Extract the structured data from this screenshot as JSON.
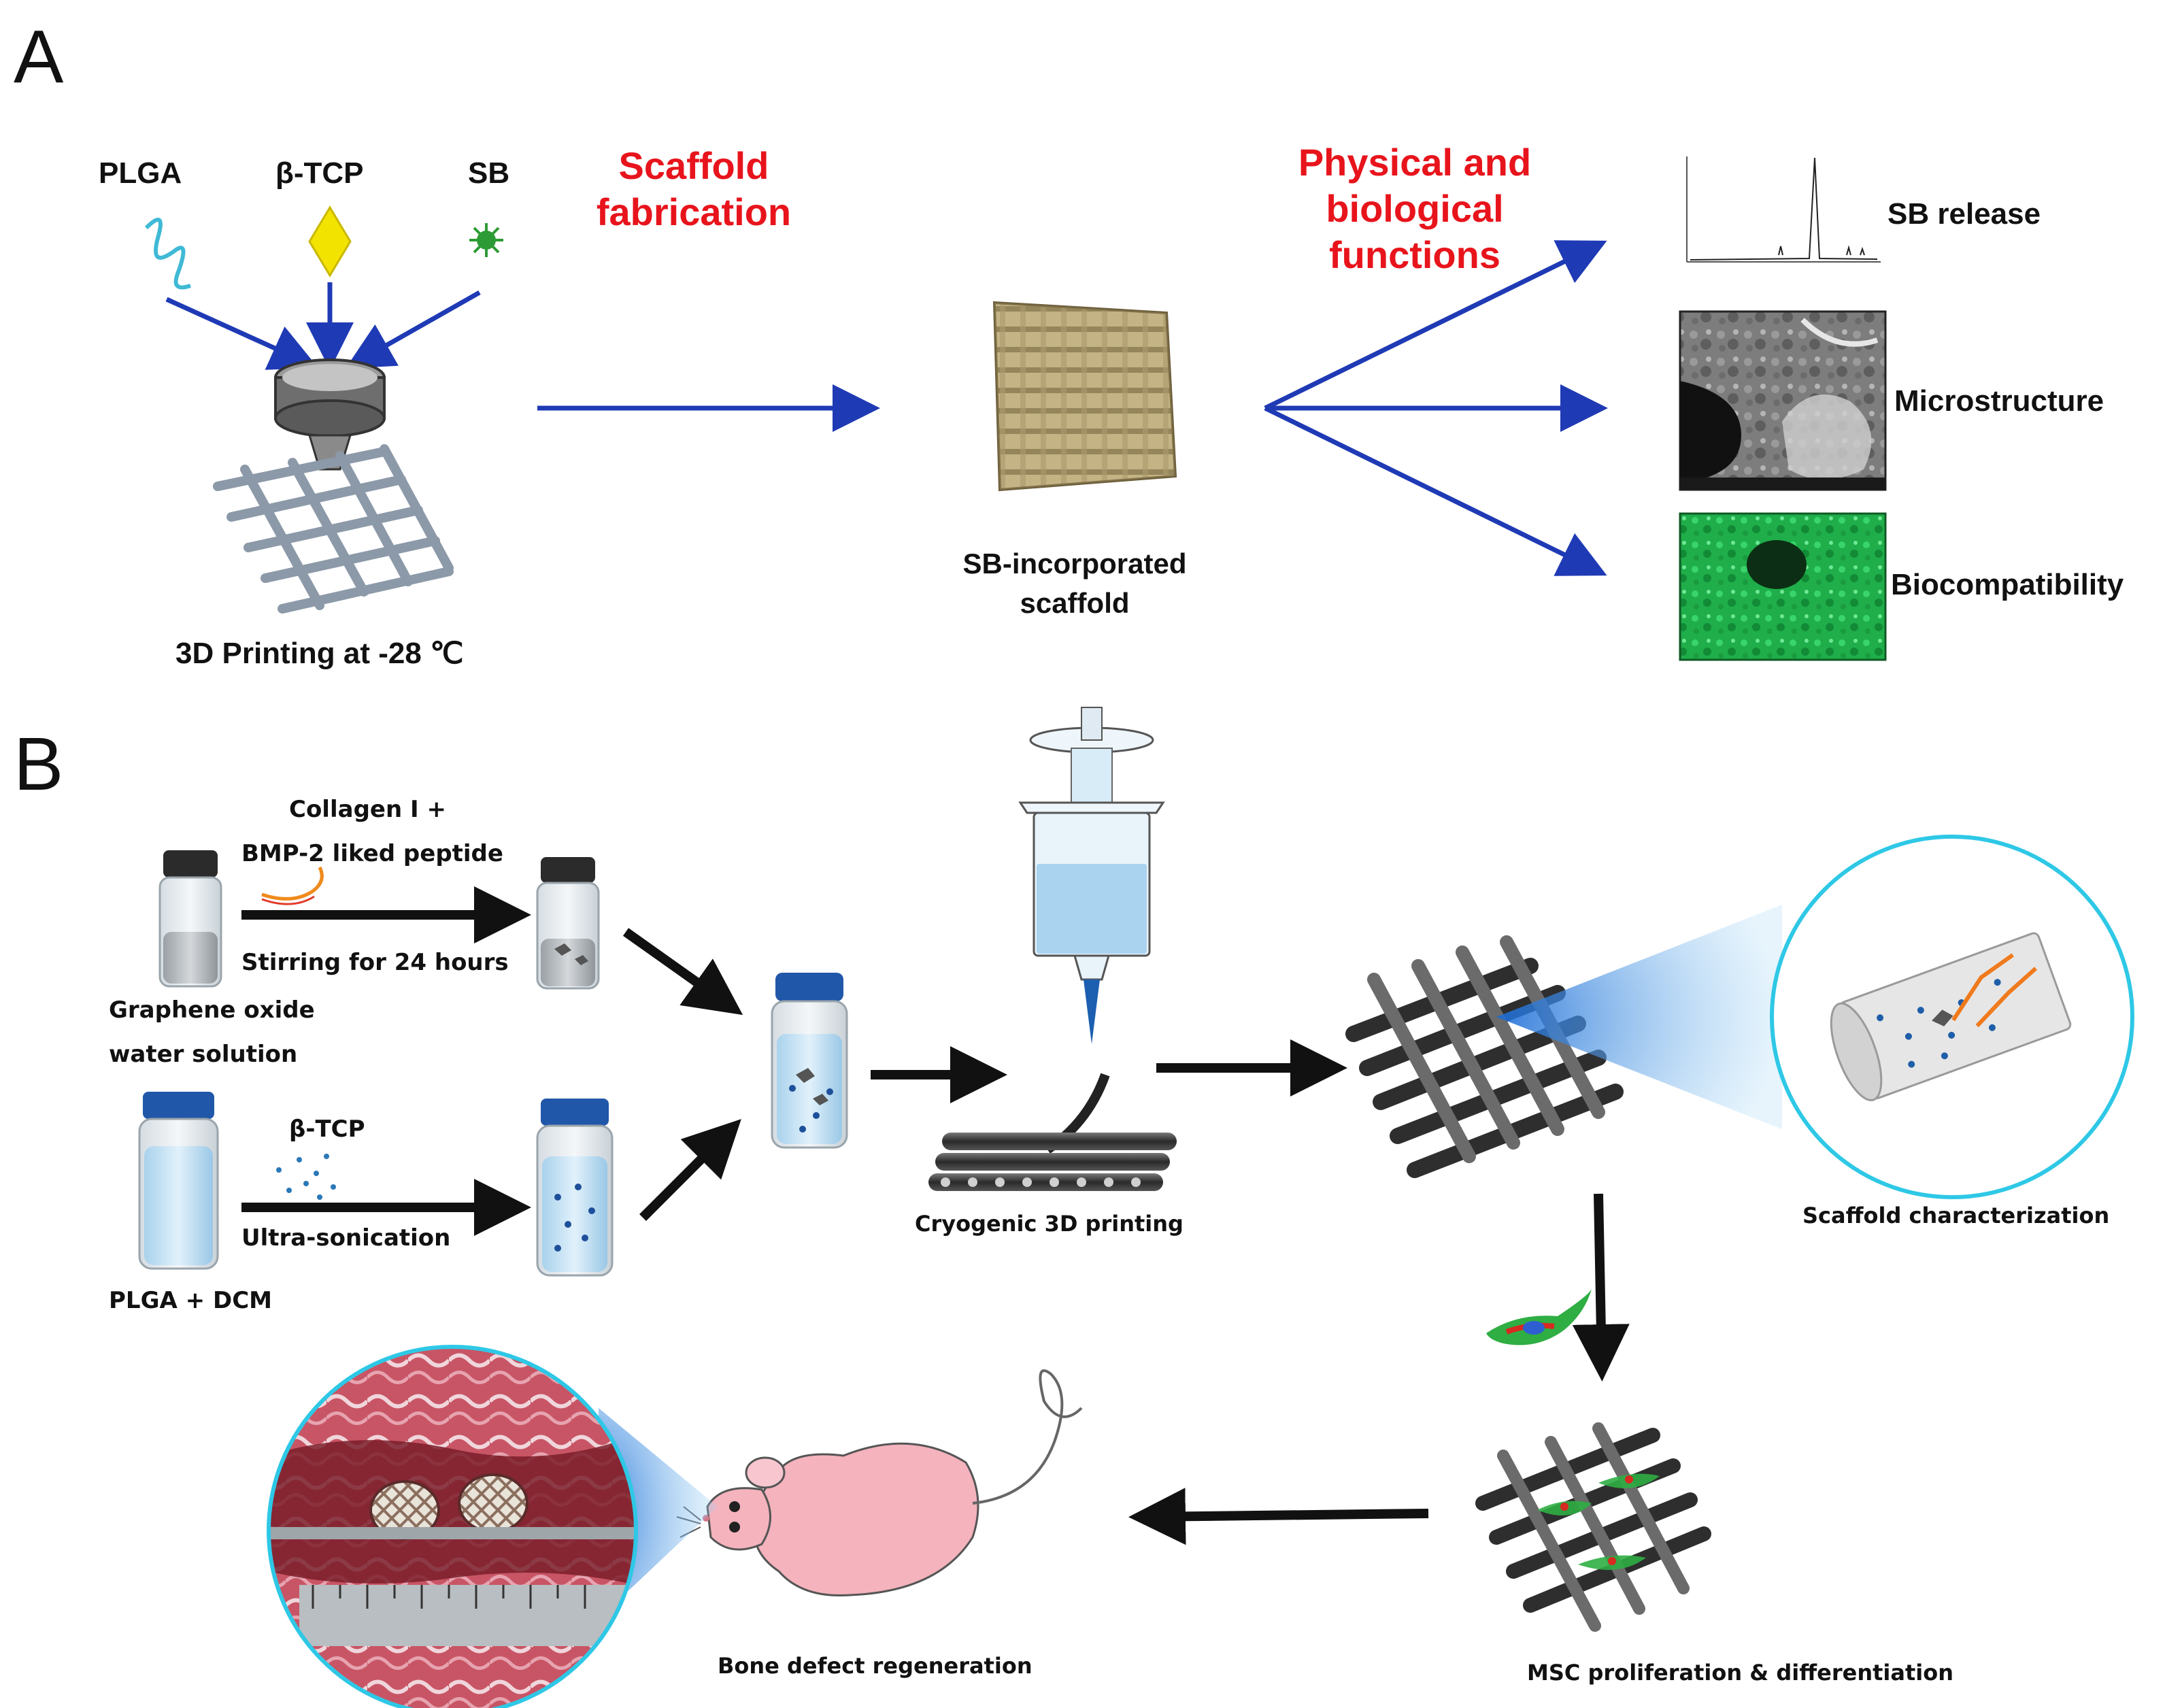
{
  "panel_a": {
    "letter": "A",
    "ingredients": {
      "plga": "PLGA",
      "btcp": "β-TCP",
      "sb": "SB"
    },
    "printing_label": "3D Printing at -28 ℃",
    "scaffold_fabrication": "Scaffold fabrication",
    "scaffold_label": "SB-incorporated scaffold",
    "functions_label": "Physical and biological functions",
    "outcomes": [
      "SB release",
      "Microstructure",
      "Biocompatibility"
    ]
  },
  "panel_b": {
    "letter": "B",
    "go_additive": "Collagen I +",
    "go_additive_2": "BMP-2 liked peptide",
    "go_process": "Stirring for 24 hours",
    "go_solution_1": "Graphene oxide",
    "go_solution_2": "water solution",
    "btcp_label": "β-TCP",
    "plga_process": "Ultra-sonication",
    "plga_solution": "PLGA + DCM",
    "printing_label": "Cryogenic 3D printing",
    "characterization_label": "Scaffold characterization",
    "msc_label": "MSC proliferation & differentiation",
    "regeneration_label": "Bone defect regeneration"
  },
  "colors": {
    "arrow_blue": "#1f3ab5",
    "title_red": "#e8141c",
    "arrow_black": "#111111",
    "circle_cyan": "#2ec8e6"
  }
}
